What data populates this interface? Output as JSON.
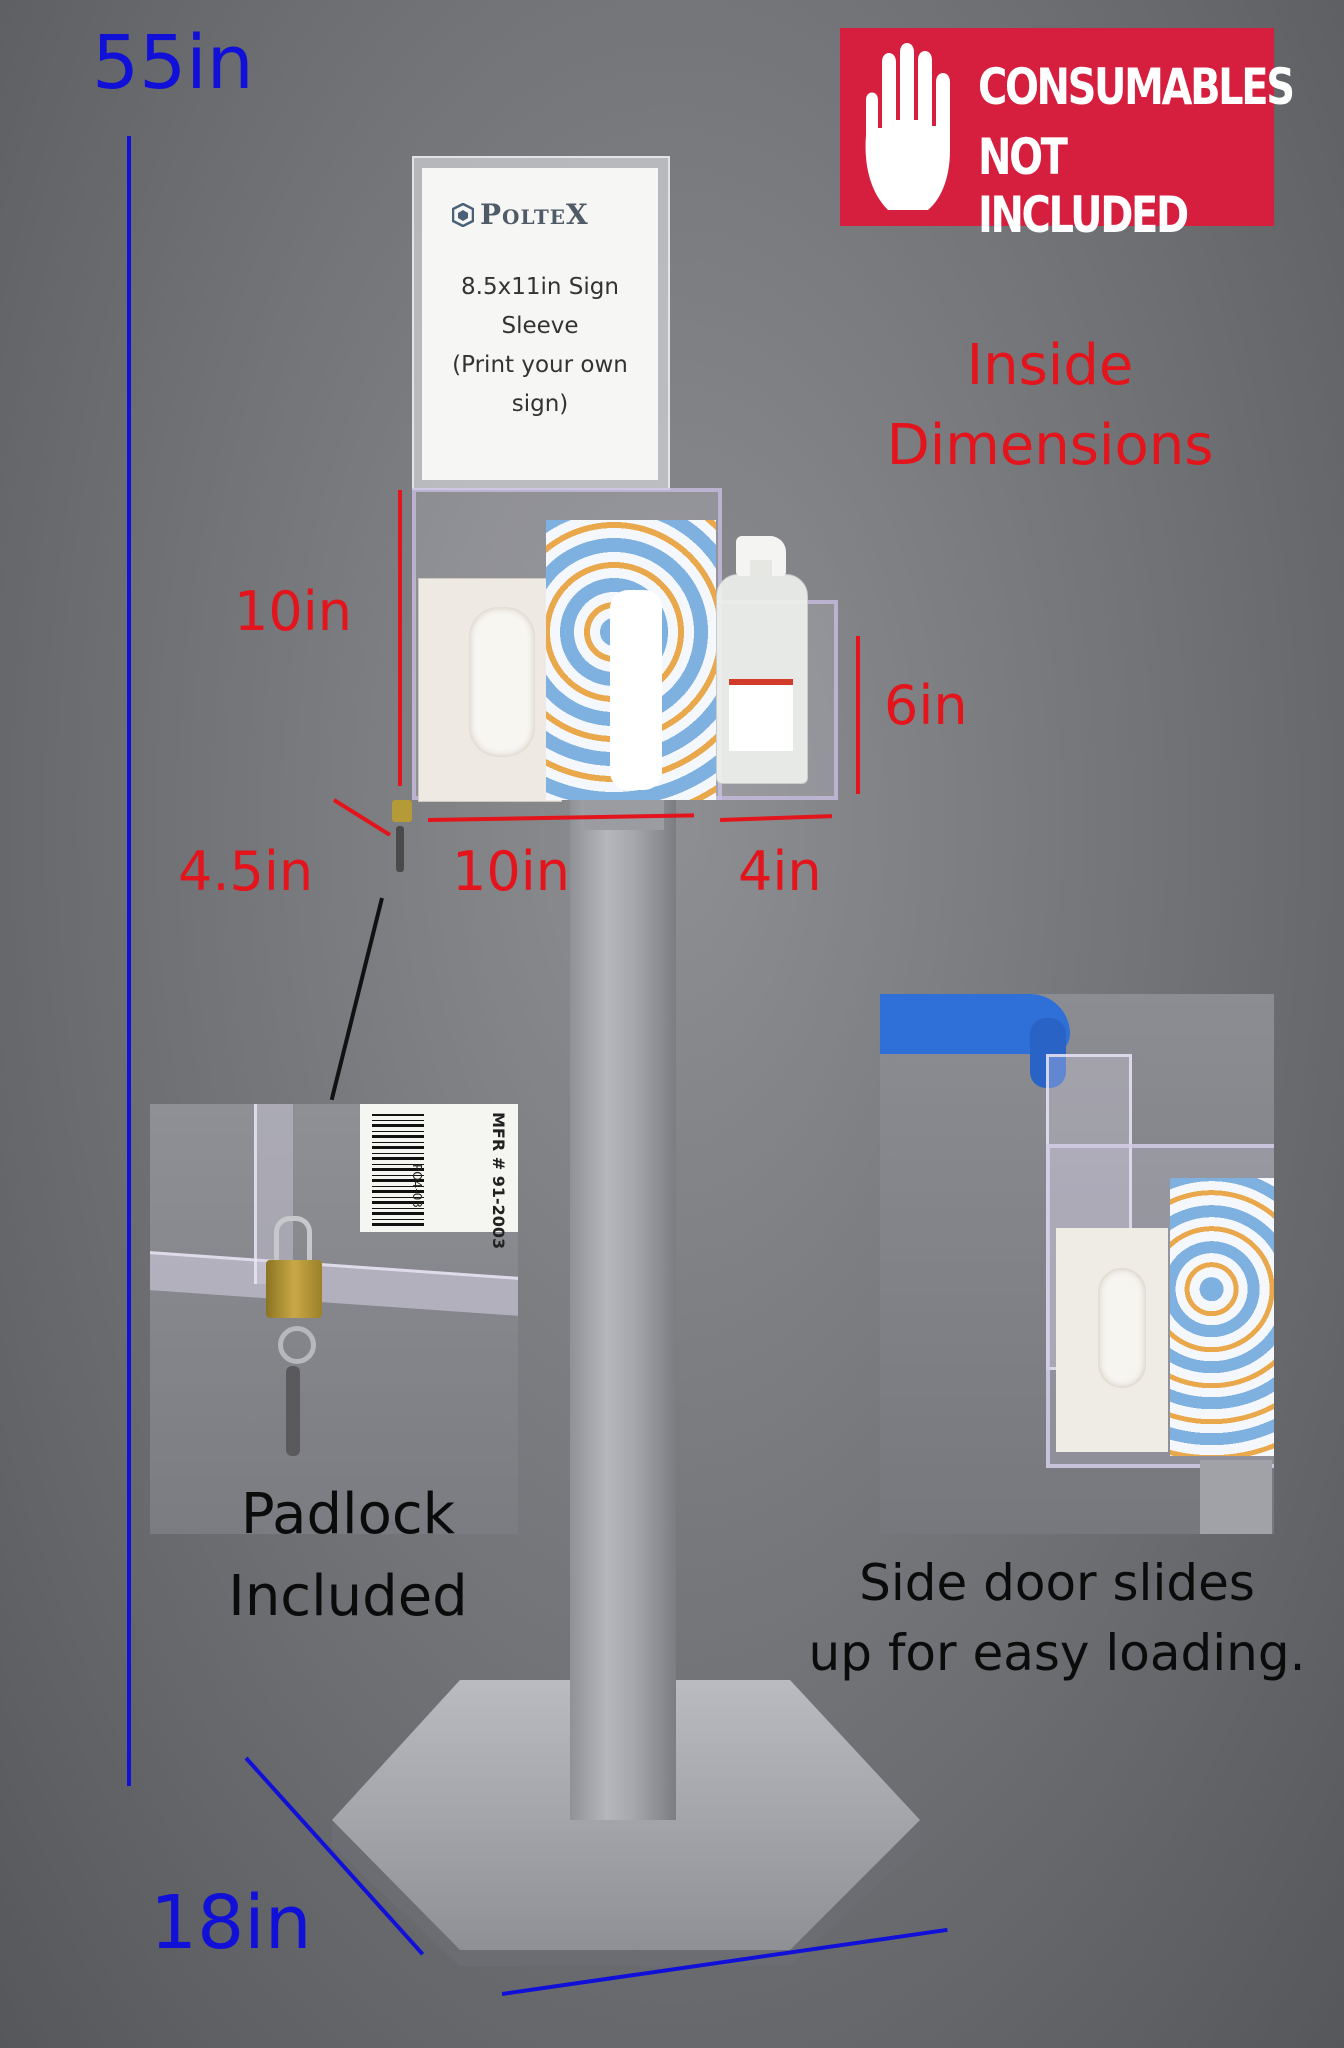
{
  "badge": {
    "line1": "CONSUMABLES",
    "line2": "NOT INCLUDED",
    "icon": "raised-hand-icon",
    "bg_color": "#d61f3f"
  },
  "sign": {
    "brand": "PolteX",
    "text": [
      "8.5x11in Sign",
      "Sleeve",
      "(Print your own",
      "sign)"
    ]
  },
  "inside_title": [
    "Inside",
    "Dimensions"
  ],
  "dimensions": {
    "total_height": "55in",
    "base_width": "18in",
    "box_height": "10in",
    "box_width": "10in",
    "box_depth": "4.5in",
    "shelf_height": "6in",
    "shelf_width": "4in"
  },
  "captions": {
    "padlock": [
      "Padlock",
      "Included"
    ],
    "side_door": [
      "Side door slides",
      "up for easy loading."
    ]
  },
  "inset_labels": {
    "mfr": "MFR # 91-2003",
    "barcode_code": "PO4-03"
  },
  "colors": {
    "dimension_red": "#e3141b",
    "dimension_blue": "#1010d8",
    "stand_gray": "#a9abb0"
  }
}
